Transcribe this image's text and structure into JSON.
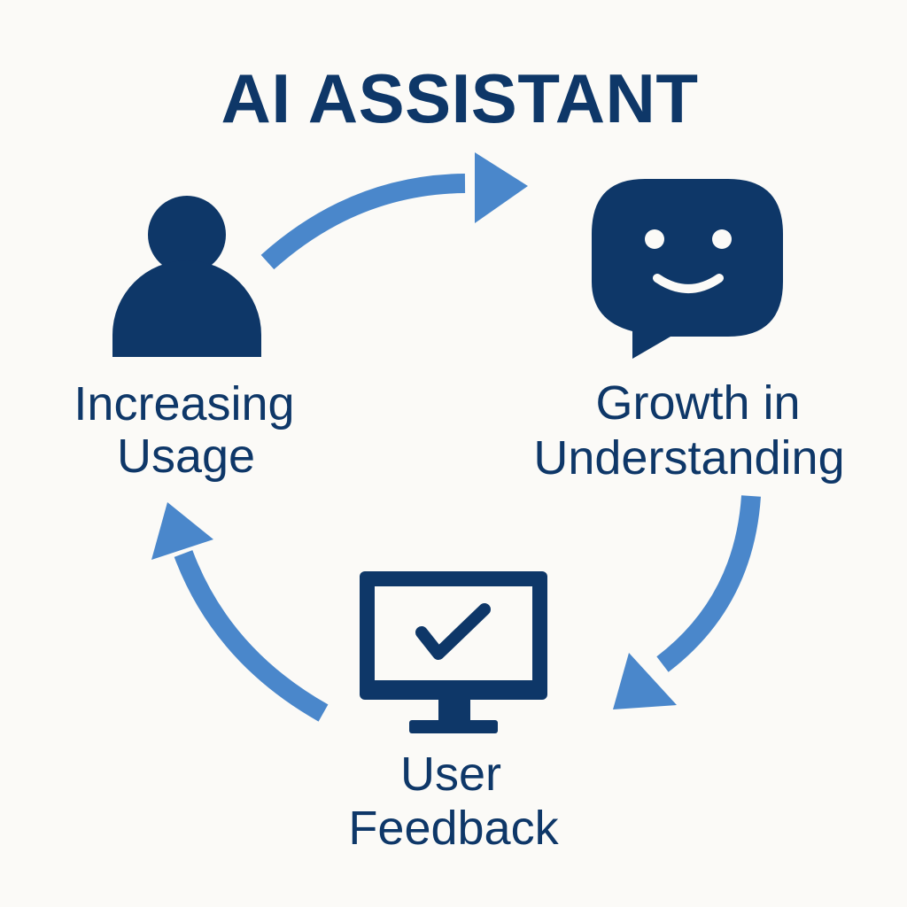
{
  "title": "AI ASSISTANT",
  "nodes": [
    {
      "id": "usage",
      "lines": [
        "Increasing",
        "Usage"
      ],
      "icon": "user-icon"
    },
    {
      "id": "understanding",
      "lines": [
        "Growth in",
        "Understanding"
      ],
      "icon": "smiling-chat-bubble-icon"
    },
    {
      "id": "feedback",
      "lines": [
        "User",
        "Feedback"
      ],
      "icon": "monitor-checkmark-icon"
    }
  ],
  "colors": {
    "background": "#fbfaf7",
    "dark_navy": "#0e3768",
    "arrow_blue": "#4a87cb"
  }
}
